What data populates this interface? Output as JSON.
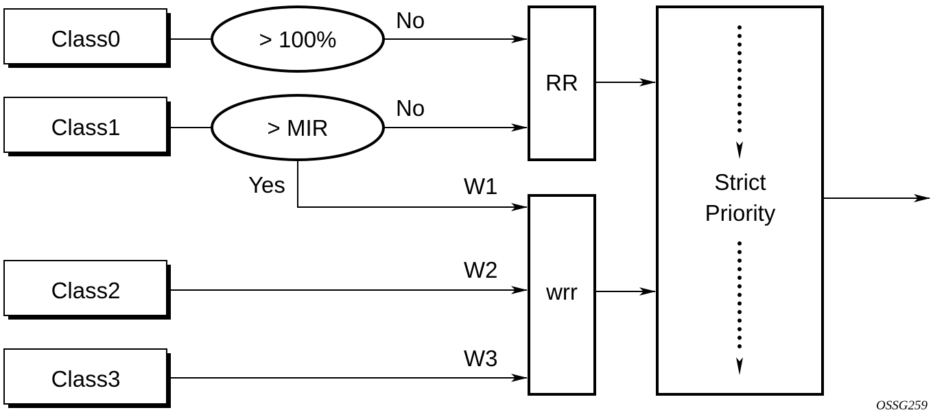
{
  "classes": [
    {
      "label": "Class0"
    },
    {
      "label": "Class1"
    },
    {
      "label": "Class2"
    },
    {
      "label": "Class3"
    }
  ],
  "conditions": [
    {
      "label": "> 100%",
      "no_label": "No"
    },
    {
      "label": "> MIR",
      "no_label": "No",
      "yes_label": "Yes"
    }
  ],
  "weights": [
    "W1",
    "W2",
    "W3"
  ],
  "schedulers": {
    "rr": "RR",
    "wrr": "wrr",
    "strict_line1": "Strict",
    "strict_line2": "Priority"
  },
  "caption": "OSSG259"
}
